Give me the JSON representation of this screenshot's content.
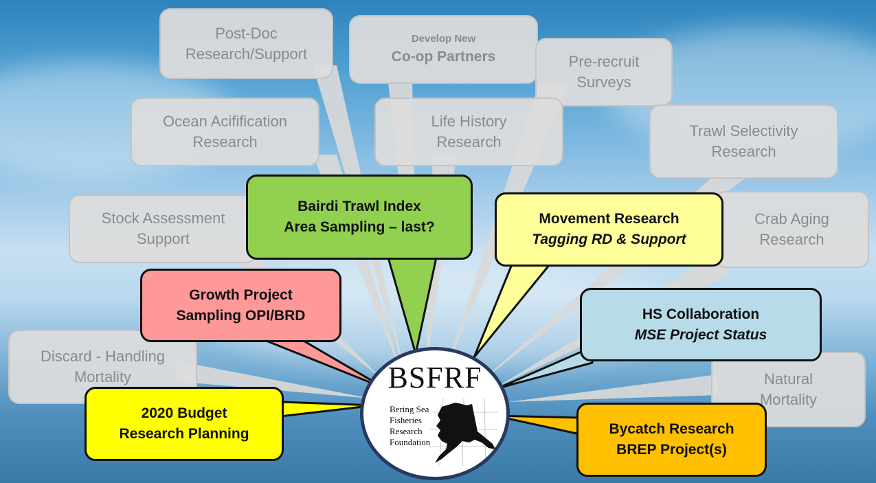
{
  "grey_nodes": [
    {
      "id": "post-doc",
      "lines": [
        "Post-Doc",
        "Research/Support"
      ]
    },
    {
      "id": "co-op",
      "lines": [
        "Develop New",
        "Co-op Partners"
      ]
    },
    {
      "id": "pre-recruit",
      "lines": [
        "Pre-recruit",
        "Surveys"
      ]
    },
    {
      "id": "ocean",
      "lines": [
        "Ocean Acifification",
        "Research"
      ]
    },
    {
      "id": "life-history",
      "lines": [
        "Life History",
        "Research"
      ]
    },
    {
      "id": "trawl-selectivity",
      "lines": [
        "Trawl Selectivity",
        "Research"
      ]
    },
    {
      "id": "stock",
      "lines": [
        "Stock Assessment",
        "Support"
      ]
    },
    {
      "id": "crab-aging",
      "lines": [
        "Crab Aging",
        "Research"
      ]
    },
    {
      "id": "discard",
      "lines": [
        "Discard - Handling",
        "Mortality"
      ]
    },
    {
      "id": "natural",
      "lines": [
        "Natural",
        "Mortality"
      ]
    }
  ],
  "highlight_nodes": [
    {
      "id": "bairdi",
      "lines": [
        "Bairdi Trawl Index",
        "Area Sampling – last?"
      ],
      "color": "#92d050"
    },
    {
      "id": "movement",
      "lines": [
        "Movement Research",
        "Tagging RD & Support"
      ],
      "color": "#ffff99"
    },
    {
      "id": "growth",
      "lines": [
        "Growth Project",
        "Sampling OPI/BRD"
      ],
      "color": "#ff9999"
    },
    {
      "id": "hs",
      "lines": [
        "HS Collaboration",
        "MSE Project Status"
      ],
      "color": "#b7dbe8"
    },
    {
      "id": "budget",
      "lines": [
        "2020 Budget",
        "Research Planning"
      ],
      "color": "#ffff00"
    },
    {
      "id": "bycatch",
      "lines": [
        "Bycatch Research",
        "BREP Project(s)"
      ],
      "color": "#ffc000"
    }
  ],
  "logo": {
    "title": "BSFRF",
    "subtitle_lines": [
      "Bering Sea",
      "Fisheries",
      "Research",
      "Foundation"
    ],
    "border_color": "#27395f"
  },
  "colors": {
    "grey_fill": "#dddddd",
    "grey_text": "#8a8a8a",
    "connector_grey": "#d9d9d9"
  }
}
